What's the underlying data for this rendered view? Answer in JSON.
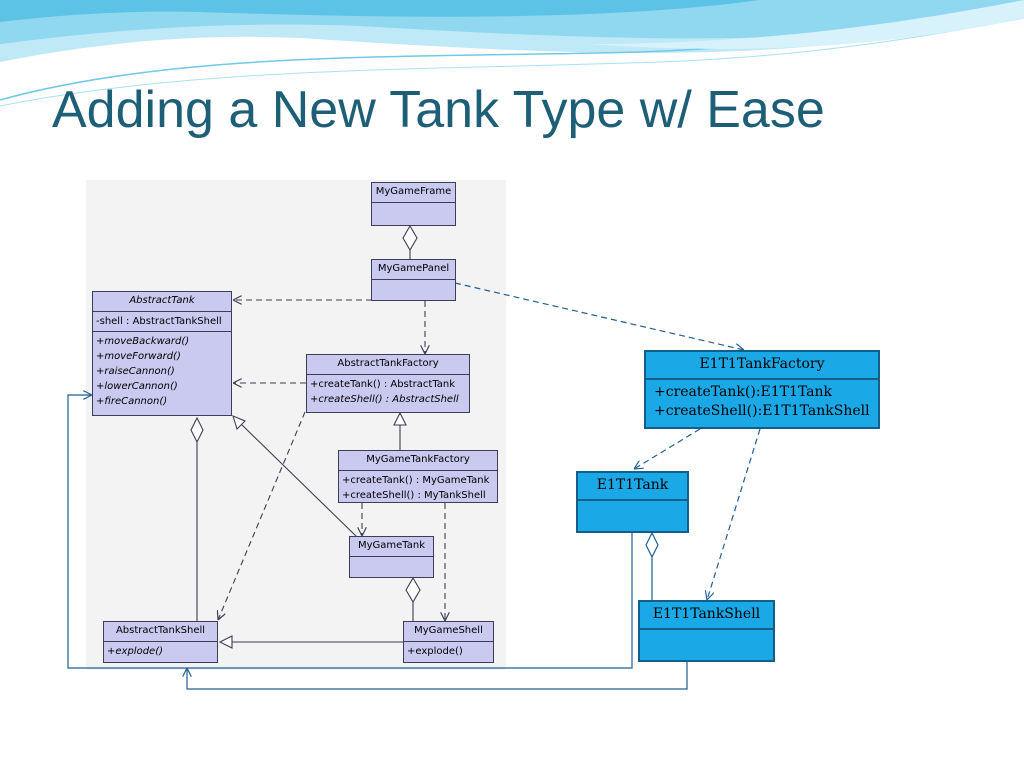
{
  "title": "Adding a New Tank Type w/ Ease",
  "classes": {
    "my_game_frame": {
      "name": "MyGameFrame"
    },
    "my_game_panel": {
      "name": "MyGamePanel"
    },
    "abstract_tank": {
      "name": "AbstractTank",
      "attributes": [
        "-shell : AbstractTankShell"
      ],
      "methods": [
        "+moveBackward()",
        "+moveForward()",
        "+raiseCannon()",
        "+lowerCannon()",
        "+fireCannon()"
      ]
    },
    "abstract_tank_factory": {
      "name": "AbstractTankFactory",
      "methods": [
        "+createTank() : AbstractTank",
        "+createShell() : AbstractShell"
      ]
    },
    "my_game_tank_factory": {
      "name": "MyGameTankFactory",
      "methods": [
        "+createTank() : MyGameTank",
        "+createShell() : MyTankShell"
      ]
    },
    "my_game_tank": {
      "name": "MyGameTank"
    },
    "abstract_tank_shell": {
      "name": "AbstractTankShell",
      "methods": [
        "+explode()"
      ]
    },
    "my_game_shell": {
      "name": "MyGameShell",
      "methods": [
        "+explode()"
      ]
    },
    "e1t1_tank_factory": {
      "name": "E1T1TankFactory",
      "methods": [
        "+createTank():E1T1Tank",
        "+createShell():E1T1TankShell"
      ]
    },
    "e1t1_tank": {
      "name": "E1T1Tank"
    },
    "e1t1_tank_shell": {
      "name": "E1T1TankShell"
    }
  },
  "colors": {
    "title": "#1d5f77",
    "uml_fill": "#cac9ef",
    "new_class_fill": "#1aa8e6",
    "new_class_border": "#145f8a",
    "link": "#3d3d55",
    "new_link": "#1f5f96"
  }
}
